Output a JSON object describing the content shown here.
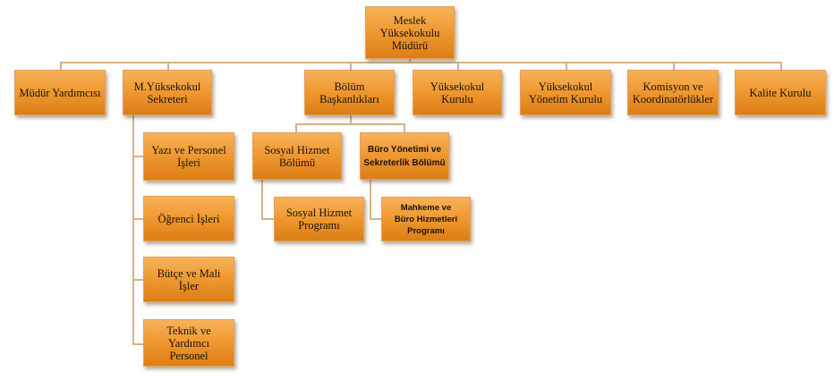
{
  "root": "Meslek\nYüksekokulu\nMüdürü",
  "level1": [
    "Müdür Yardımcısı",
    "M.Yüksekokul\nSekreteri",
    "Bölüm\nBaşkanlıkları",
    "Yüksekokul\nKurulu",
    "Yüksekokul\nYönetim Kurulu",
    "Komisyon ve\nKoordinatörlükler",
    "Kalite Kurulu"
  ],
  "secretary_units": [
    "Yazı ve Personel\nİşleri",
    "Öğrenci İşleri",
    "Bütçe ve Mali\nİşler",
    "Teknik ve\nYardımcı\nPersonel"
  ],
  "departments": [
    "Sosyal Hizmet\nBölümü",
    "Büro Yönetimi ve\nSekreterlik Bölümü"
  ],
  "programs": [
    "Sosyal Hizmet\nProgramı",
    "Mahkeme ve\nBüro Hizmetleri\nProgramı"
  ]
}
